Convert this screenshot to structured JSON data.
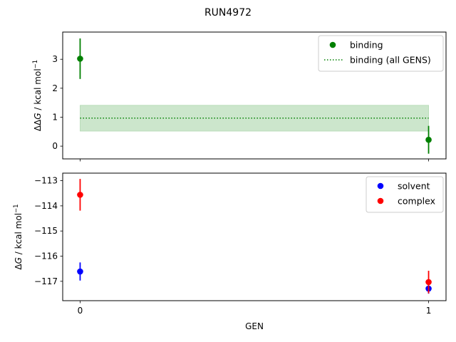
{
  "chart_data": [
    {
      "type": "scatter",
      "title": "RUN4972",
      "ylabel": "ΔΔG / kcal mol⁻¹",
      "ylabel_parts": {
        "delta": "ΔΔ",
        "var": "G",
        "unit": " / kcal mol",
        "exp": "−1"
      },
      "xlim": [
        -0.05,
        1.05
      ],
      "ylim": [
        -0.44,
        3.94
      ],
      "xticks": [
        0,
        1
      ],
      "yticks": [
        0,
        1,
        2,
        3
      ],
      "ytick_labels": [
        "0",
        "1",
        "2",
        "3"
      ],
      "legend": "top-right",
      "series": [
        {
          "name": "binding",
          "color": "#008000",
          "x": [
            0,
            1
          ],
          "y": [
            3.02,
            0.22
          ],
          "yerr": [
            0.7,
            0.48
          ]
        },
        {
          "name": "binding (all GENS)",
          "color": "#008000",
          "style": "dotted",
          "x": [
            0,
            1
          ],
          "y": [
            0.97,
            0.97
          ],
          "band": [
            0.52,
            1.41
          ],
          "band_color": "#cce6cc"
        }
      ]
    },
    {
      "type": "scatter",
      "xlabel": "GEN",
      "ylabel_parts": {
        "delta": "Δ",
        "var": "G",
        "unit": " / kcal mol",
        "exp": "−1"
      },
      "xlim": [
        -0.05,
        1.05
      ],
      "ylim": [
        -117.77,
        -112.7
      ],
      "xticks": [
        0,
        1
      ],
      "xtick_labels": [
        "0",
        "1"
      ],
      "yticks": [
        -113,
        -114,
        -115,
        -116,
        -117
      ],
      "ytick_labels": [
        "−113",
        "−114",
        "−115",
        "−116",
        "−117"
      ],
      "legend": "top-right",
      "series": [
        {
          "name": "solvent",
          "color": "#0000ff",
          "x": [
            0,
            1
          ],
          "y": [
            -116.61,
            -117.29
          ],
          "yerr": [
            0.36,
            0.2
          ]
        },
        {
          "name": "complex",
          "color": "#ff0000",
          "x": [
            0,
            1
          ],
          "y": [
            -113.56,
            -117.03
          ],
          "yerr": [
            0.63,
            0.45
          ]
        }
      ]
    }
  ]
}
